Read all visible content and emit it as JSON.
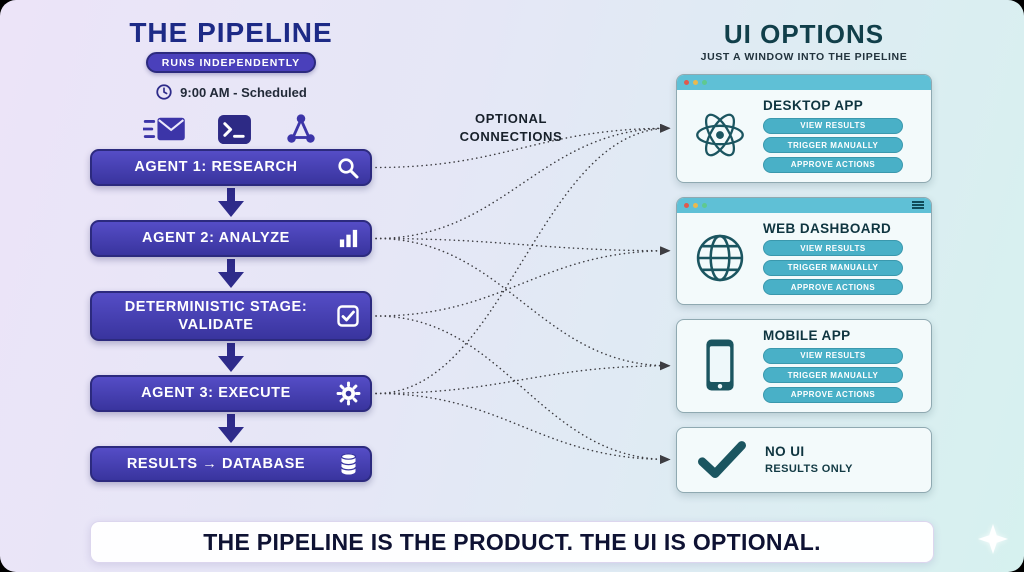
{
  "pipeline": {
    "title": "THE PIPELINE",
    "badge": "RUNS INDEPENDENTLY",
    "schedule": "9:00 AM - Scheduled",
    "trigger_icons": [
      "mail-send-icon",
      "terminal-icon",
      "webhook-icon"
    ],
    "stages": [
      {
        "label": "AGENT 1: RESEARCH",
        "icon": "search-icon"
      },
      {
        "label": "AGENT 2: ANALYZE",
        "icon": "bar-chart-icon"
      },
      {
        "label": "DETERMINISTIC STAGE: VALIDATE",
        "icon": "checkbox-check-icon"
      },
      {
        "label": "AGENT 3: EXECUTE",
        "icon": "gear-icon"
      },
      {
        "label": "RESULTS → DATABASE",
        "icon": "database-icon"
      }
    ]
  },
  "middle": {
    "label_line1": "OPTIONAL",
    "label_line2": "CONNECTIONS"
  },
  "ui_options": {
    "title": "UI OPTIONS",
    "subtitle": "JUST A WINDOW INTO THE PIPELINE",
    "cards": [
      {
        "title": "DESKTOP APP",
        "icon": "atom-icon",
        "buttons": [
          "VIEW RESULTS",
          "TRIGGER MANUALLY",
          "APPROVE ACTIONS"
        ]
      },
      {
        "title": "WEB DASHBOARD",
        "icon": "globe-icon",
        "buttons": [
          "VIEW RESULTS",
          "TRIGGER MANUALLY",
          "APPROVE ACTIONS"
        ]
      },
      {
        "title": "MOBILE APP",
        "icon": "smartphone-icon",
        "buttons": [
          "VIEW RESULTS",
          "TRIGGER MANUALLY",
          "APPROVE ACTIONS"
        ]
      },
      {
        "title": "NO UI",
        "subtitle": "RESULTS ONLY",
        "icon": "checkmark-icon",
        "buttons": []
      }
    ]
  },
  "footer": {
    "pre": "THE ",
    "emphasis": "PIPELINE",
    "post": " IS THE PRODUCT. THE UI IS OPTIONAL."
  },
  "colors": {
    "pipeline_primary": "#3a35a0",
    "pipeline_border": "#2c2a7e",
    "teal_header": "#5fc0d6",
    "teal_button": "#49b0c7",
    "teal_dark": "#1b5560",
    "connection": "#3d3d42"
  },
  "connections": [
    [
      0,
      0
    ],
    [
      1,
      0
    ],
    [
      3,
      0
    ],
    [
      1,
      1
    ],
    [
      2,
      1
    ],
    [
      3,
      2
    ],
    [
      1,
      2
    ],
    [
      3,
      3
    ],
    [
      2,
      3
    ]
  ]
}
